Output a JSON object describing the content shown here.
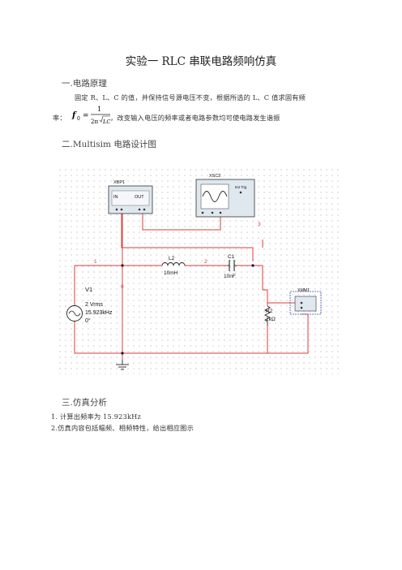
{
  "title": "实验一 RLC 串联电路频响仿真",
  "section1": {
    "heading": "一.电路原理",
    "para_line1": "固定 R、L、C 的值，并保持信号源电压不变，根据所选的 L、C 值求固有频",
    "para_prefix": "率：",
    "para_suffix": "，改变输入电压的频率或者电路参数均可使电路发生谐振",
    "formula": {
      "lhs": "f",
      "sub": "0",
      "eq": "=",
      "num": "1",
      "den": "2π",
      "root": "LC"
    }
  },
  "section2": {
    "heading": "二.Multisim 电路设计图"
  },
  "schematic": {
    "bode_plotter": {
      "name": "XBP1",
      "in": "IN",
      "out": "OUT"
    },
    "oscilloscope": {
      "name": "XSC2",
      "ext": "Ext Trig"
    },
    "multimeter": {
      "name": "XMM1"
    },
    "source": {
      "name": "V1",
      "amplitude": "2 Vrms",
      "frequency": "15.923kHz",
      "phase": "0°"
    },
    "inductor": {
      "name": "L2",
      "value": "10mH"
    },
    "capacitor": {
      "name": "C1",
      "value": "10nF"
    },
    "resistor": {
      "name": "R2",
      "value": "1kΩ"
    },
    "nodes": {
      "n0": "0",
      "n1": "1",
      "n2": "2",
      "n3": "3"
    }
  },
  "section3": {
    "heading": "三.仿真分析",
    "item1": "1. 计算出频率为 15.923kHz",
    "item2": "2.仿真内容包括幅频、相频特性，给出相应图示"
  }
}
